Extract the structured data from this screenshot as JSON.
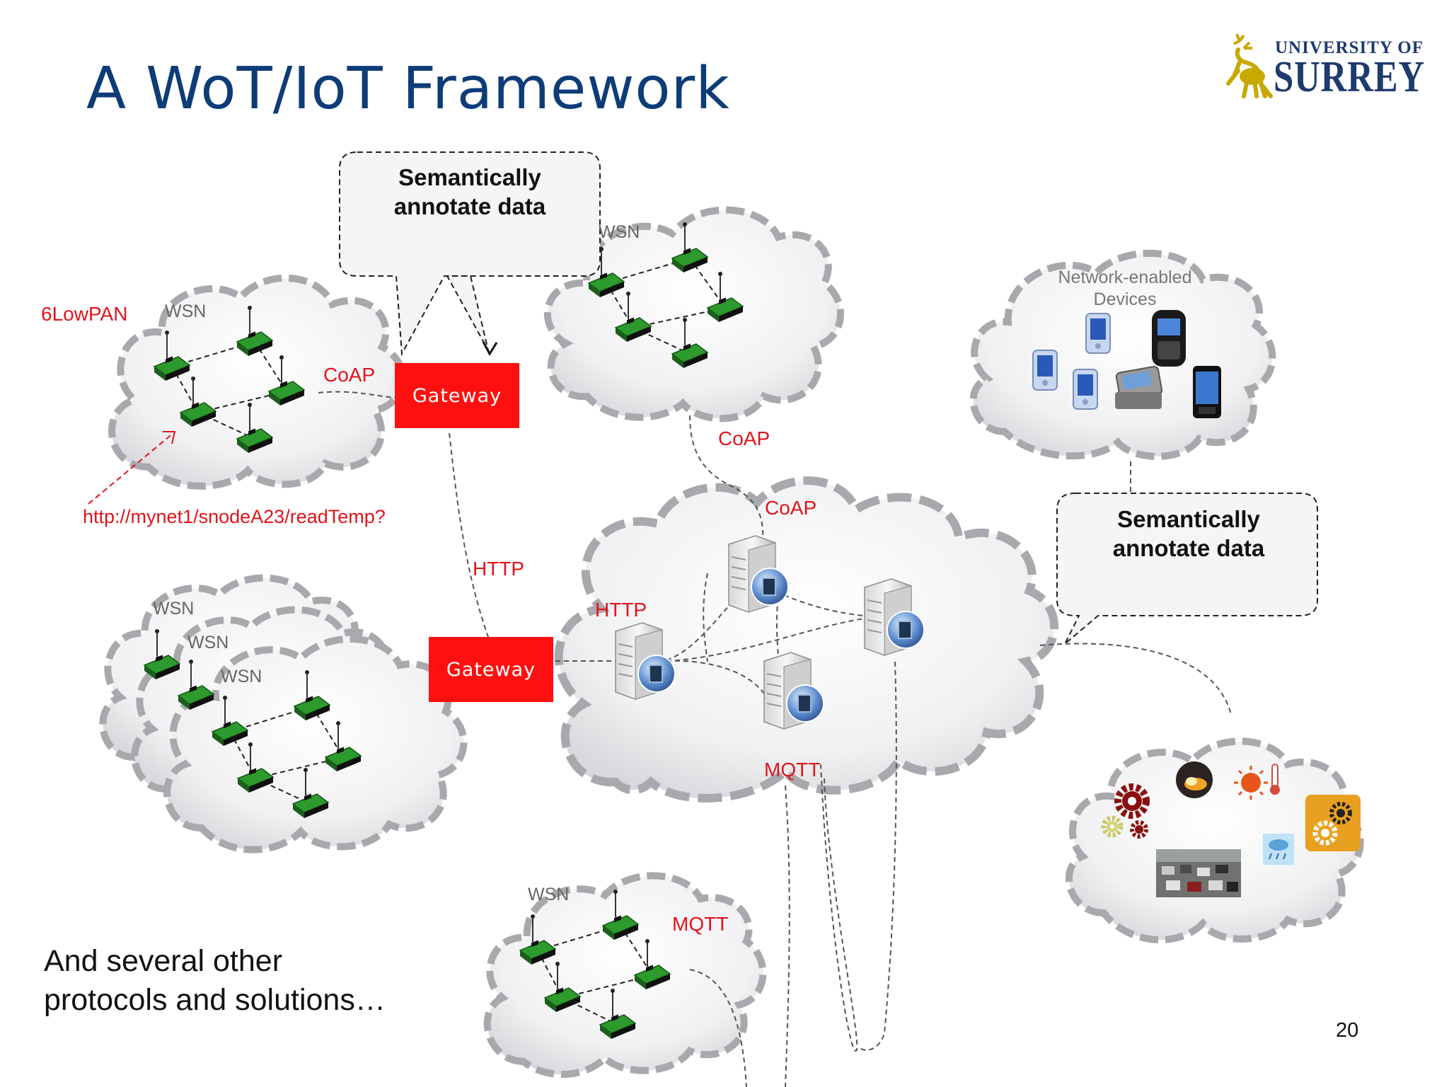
{
  "slide": {
    "title": "A WoT/IoT Framework",
    "page_number": "20",
    "closing_note": [
      "And several other",
      "protocols  and solutions…"
    ]
  },
  "logo": {
    "line1": "UNIVERSITY OF",
    "line2": "SURREY"
  },
  "callouts": {
    "top": "Semantically annotate data",
    "right": "Semantically annotate data"
  },
  "gateways": {
    "top": "Gateway",
    "middle": "Gateway"
  },
  "clouds": {
    "top_left_wsn": "WSN",
    "top_center_wsn": "WSN",
    "stack_wsn_1": "WSN",
    "stack_wsn_2": "WSN",
    "stack_wsn_3": "WSN",
    "bottom_wsn": "WSN",
    "devices": "Network-enabled Devices"
  },
  "protocols": {
    "sixlowpan": "6LowPAN",
    "coap_left": "CoAP",
    "coap_top": "CoAP",
    "coap_core": "CoAP",
    "http_link": "HTTP",
    "http_core": "HTTP",
    "mqtt_core": "MQTT",
    "mqtt_bottom": "MQTT"
  },
  "example_url": "http://mynet1/snodeA23/readTemp?",
  "colors": {
    "title": "#0d3c78",
    "protocol_label": "#e0141a",
    "gateway": "#ff1010",
    "sensor_node": "#2c9a2c",
    "cloud_fill": "#efeff1",
    "cloud_border": "#a9a9ad"
  }
}
